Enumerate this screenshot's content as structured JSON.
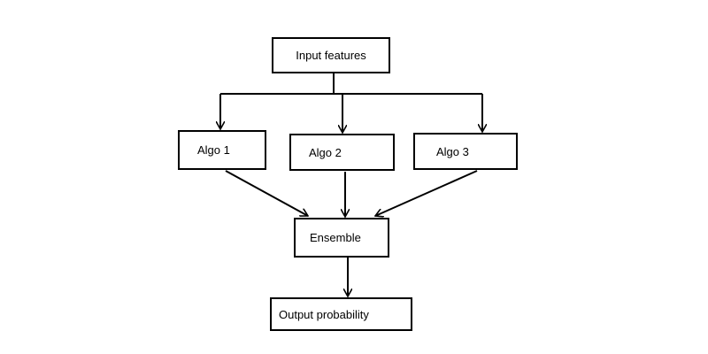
{
  "diagram": {
    "nodes": {
      "input": "Input features",
      "algo1": "Algo 1",
      "algo2": "Algo 2",
      "algo3": "Algo 3",
      "ensemble": "Ensemble",
      "output": "Output probability"
    },
    "edges": [
      {
        "from": "input",
        "to": "algo1"
      },
      {
        "from": "input",
        "to": "algo2"
      },
      {
        "from": "input",
        "to": "algo3"
      },
      {
        "from": "algo1",
        "to": "ensemble"
      },
      {
        "from": "algo2",
        "to": "ensemble"
      },
      {
        "from": "algo3",
        "to": "ensemble"
      },
      {
        "from": "ensemble",
        "to": "output"
      }
    ],
    "colors": {
      "stroke": "#000000",
      "background": "#ffffff"
    }
  }
}
